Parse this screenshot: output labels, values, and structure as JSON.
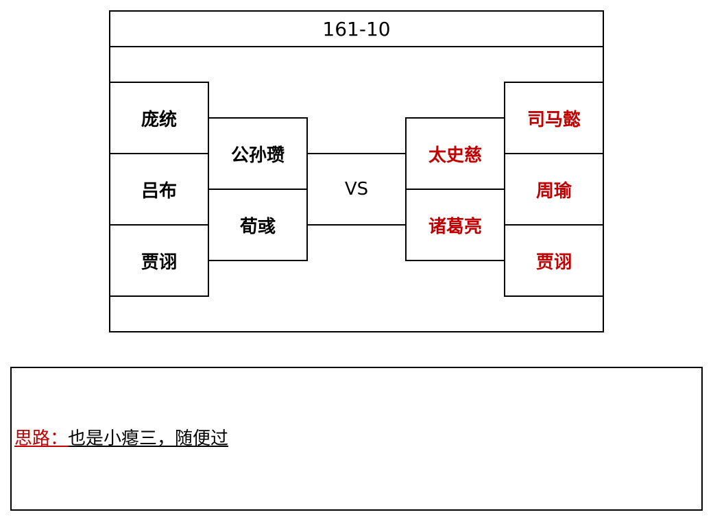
{
  "diagram": {
    "title": "161-10",
    "vs_label": "VS",
    "left_outer": [
      "庞统",
      "吕布",
      "贾诩"
    ],
    "left_inner": [
      "公孙瓒",
      "荀彧"
    ],
    "right_inner": [
      "太史慈",
      "诸葛亮"
    ],
    "right_outer": [
      "司马懿",
      "周瑜",
      "贾诩"
    ],
    "colors": {
      "left_text": "#000000",
      "right_text": "#c00000",
      "border": "#000000"
    }
  },
  "note": {
    "label": "思路：",
    "text": "也是小瘪三，随便过"
  }
}
